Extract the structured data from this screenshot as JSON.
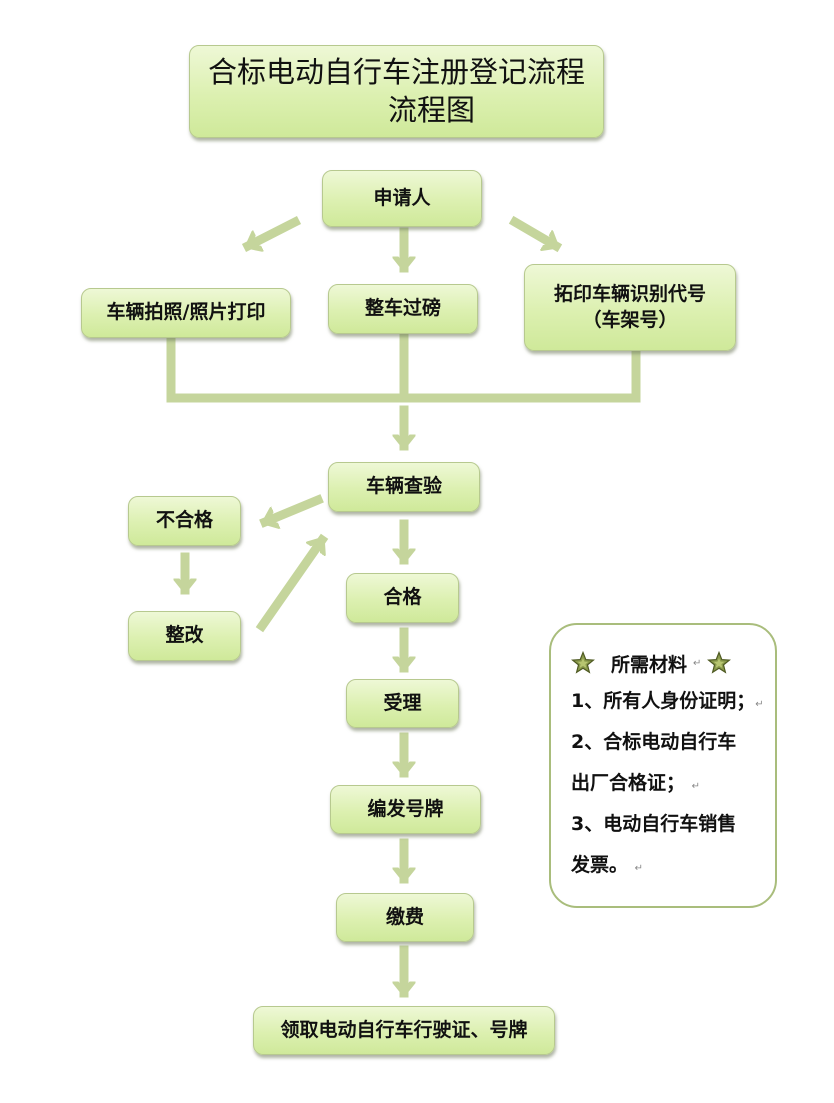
{
  "title": {
    "line1": "合标电动自行车注册登记流程",
    "line2": "流程图"
  },
  "nodes": {
    "applicant": "申请人",
    "photo": "车辆拍照/照片打印",
    "weigh": "整车过磅",
    "vin_line1": "拓印车辆识别代号",
    "vin_line2": "（车架号）",
    "inspect": "车辆查验",
    "fail": "不合格",
    "rectify": "整改",
    "pass": "合格",
    "accept": "受理",
    "issue_plate": "编发号牌",
    "pay": "缴费",
    "receive": "领取电动自行车行驶证、号牌"
  },
  "materials": {
    "heading": "所需材料",
    "items": [
      "1、所有人身份证明；",
      "2、合标电动自行车",
      "出厂合格证；",
      "3、电动自行车销售",
      "发票。"
    ],
    "paragraph_mark": "↵"
  },
  "colors": {
    "box_fill": "#dcf0b0",
    "box_border": "#b7c98f",
    "arrow": "#c5d59c",
    "star": "#6b7a3a"
  }
}
